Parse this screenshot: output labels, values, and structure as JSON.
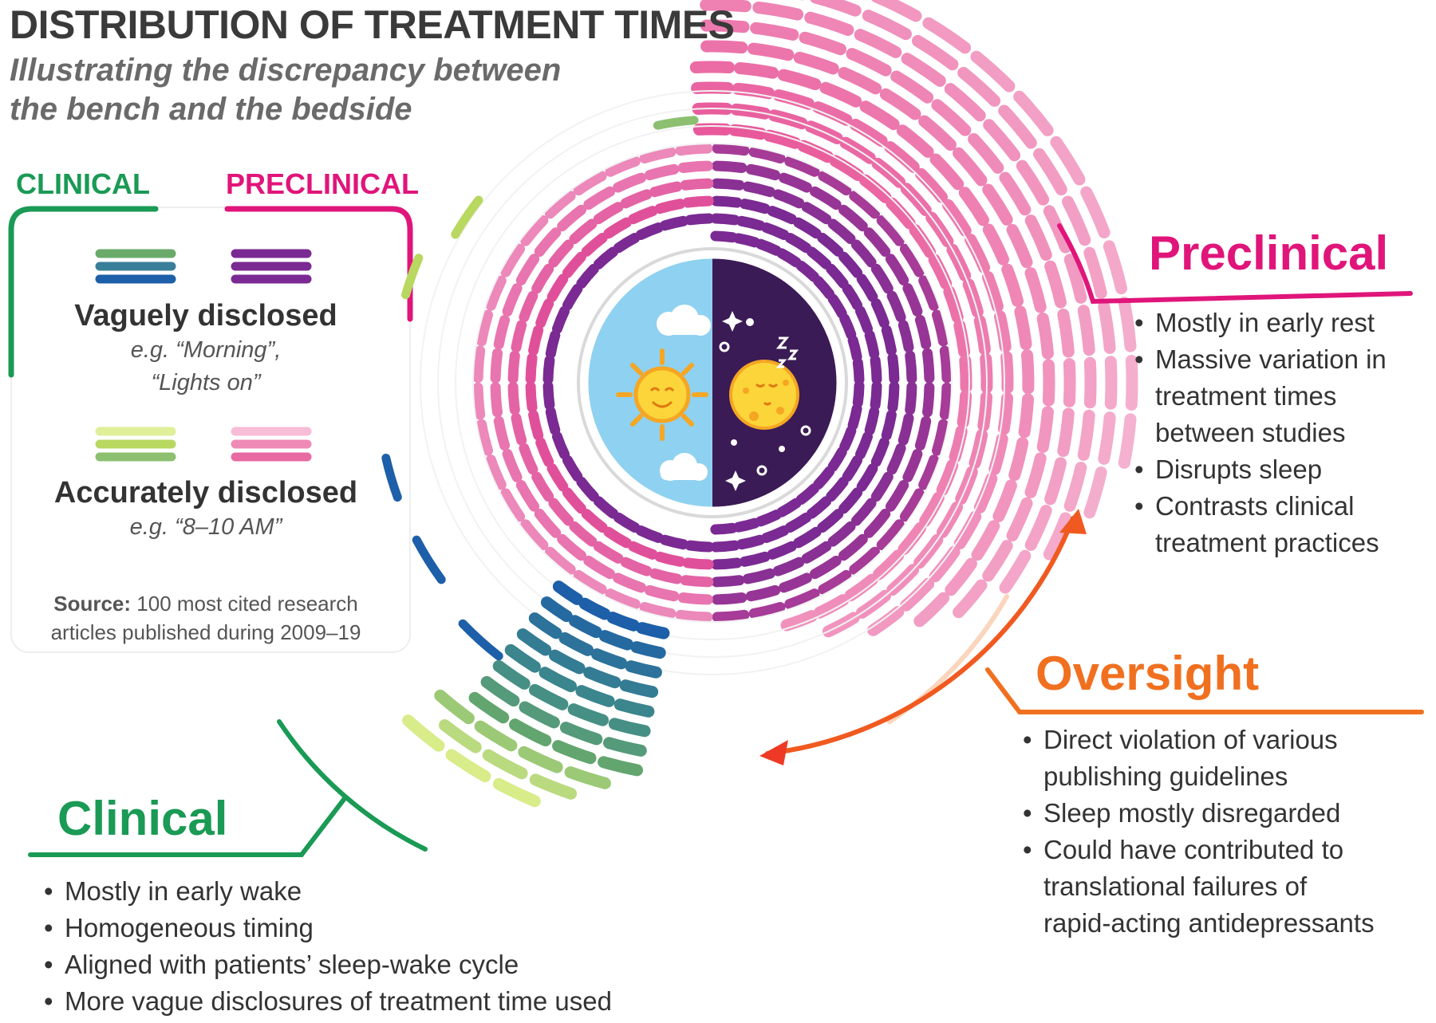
{
  "title": "DISTRIBUTION OF TREATMENT TIMES",
  "subtitle_lines": [
    "Illustrating the discrepancy between",
    "the bench and the bedside"
  ],
  "legend": {
    "clinical_heading": "CLINICAL",
    "preclinical_heading": "PRECLINICAL",
    "vague": {
      "label": "Vaguely disclosed",
      "example_lines": [
        "e.g. “Morning”,",
        "“Lights on”"
      ]
    },
    "accurate": {
      "label": "Accurately disclosed",
      "example_lines": [
        "e.g. “8–10 AM”"
      ]
    },
    "source_bold": "Source:",
    "source_lines": [
      "100 most cited research",
      "articles published during 2009–19"
    ]
  },
  "preclinical": {
    "heading": "Preclinical",
    "bullets": [
      {
        "lines": [
          "Mostly in early rest"
        ]
      },
      {
        "lines": [
          "Massive variation in",
          "treatment times",
          "between studies"
        ]
      },
      {
        "lines": [
          "Disrupts sleep"
        ]
      },
      {
        "lines": [
          "Contrasts clinical",
          "treatment practices"
        ]
      }
    ]
  },
  "oversight": {
    "heading": "Oversight",
    "bullets": [
      {
        "lines": [
          "Direct violation of various",
          "publishing guidelines"
        ]
      },
      {
        "lines": [
          "Sleep mostly disregarded"
        ]
      },
      {
        "lines": [
          "Could have contributed to",
          "translational failures of",
          "rapid-acting antidepressants"
        ]
      }
    ]
  },
  "clinical": {
    "heading": "Clinical",
    "bullets": [
      {
        "lines": [
          "Mostly in early wake"
        ]
      },
      {
        "lines": [
          "Homogeneous timing"
        ]
      },
      {
        "lines": [
          "Aligned with patients’ sleep-wake cycle"
        ]
      },
      {
        "lines": [
          "More vague disclosures of treatment time used"
        ]
      }
    ]
  },
  "colors": {
    "clinical_green": "#1a9a55",
    "preclinical_pink": "#e0157a",
    "oversight_orange": "#f07020",
    "preclinical_vague": "#7a2a92",
    "preclinical_accurate": "#e86aa3",
    "clinical_vague": "#3a7f9a",
    "clinical_accurate": "#b8d860",
    "day_sky": "#8fd1f0",
    "night_sky": "#3a1b55"
  },
  "icons": [
    "sun-icon",
    "moon-icon",
    "cloud-icon",
    "star-icon"
  ]
}
